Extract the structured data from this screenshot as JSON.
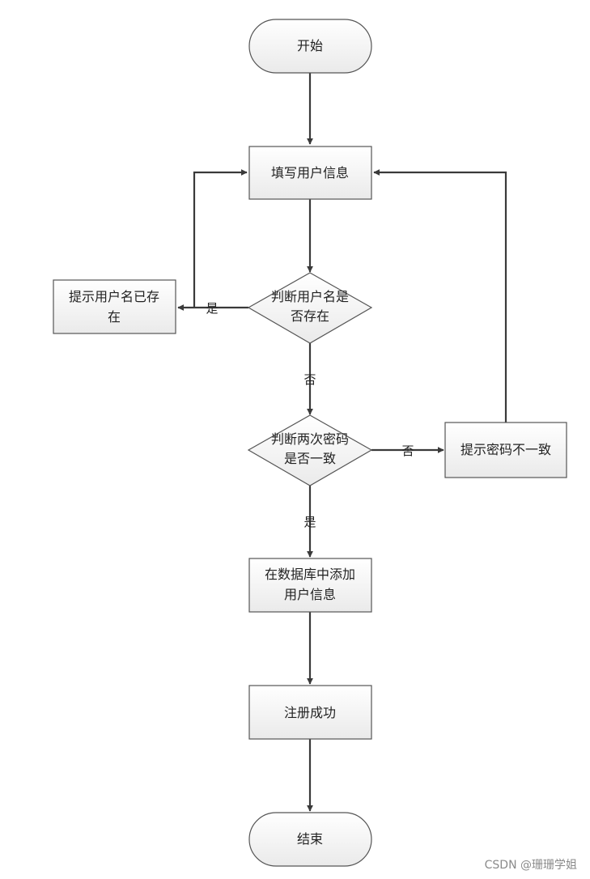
{
  "flowchart": {
    "nodes": {
      "start": "开始",
      "fill_info": "填写用户信息",
      "check_username": [
        "判断用户名是",
        "否存在"
      ],
      "username_exists": [
        "提示用户名已存",
        "在"
      ],
      "check_password": [
        "判断两次密码",
        "是否一致"
      ],
      "password_mismatch": "提示密码不一致",
      "add_to_db": [
        "在数据库中添加",
        "用户信息"
      ],
      "register_success": "注册成功",
      "end": "结束"
    },
    "edge_labels": {
      "username_yes": "是",
      "username_no": "否",
      "password_no": "否",
      "password_yes": "是"
    }
  },
  "watermark": "CSDN @珊珊学姐",
  "colors": {
    "line": "#3a3a3a",
    "box_fill_top": "#ffffff",
    "box_fill_bottom": "#eeeeee",
    "box_border": "#555555"
  }
}
